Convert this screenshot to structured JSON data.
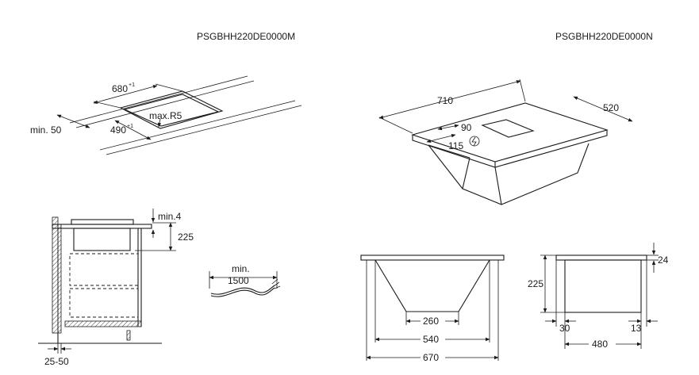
{
  "models": {
    "left": "PSGBHH220DE0000M",
    "right": "PSGBHH220DE0000N"
  },
  "cutout": {
    "width": "680",
    "width_tol": "+1",
    "depth": "490",
    "depth_tol": "+1",
    "radius": "max.R5",
    "min_edge": "min. 50"
  },
  "cabinet": {
    "gap_top": "min.4",
    "height": "225",
    "wall_gap": "25-50"
  },
  "cable": {
    "label_top": "min.",
    "label_bottom": "1500"
  },
  "hob3d": {
    "width": "710",
    "depth": "520",
    "dim_a": "90",
    "dim_b": "115"
  },
  "front": {
    "bottom": "260",
    "mid": "540",
    "total": "670"
  },
  "side": {
    "top_thickness": "24",
    "height": "225",
    "left_offset": "30",
    "right_offset": "13",
    "depth": "480"
  }
}
